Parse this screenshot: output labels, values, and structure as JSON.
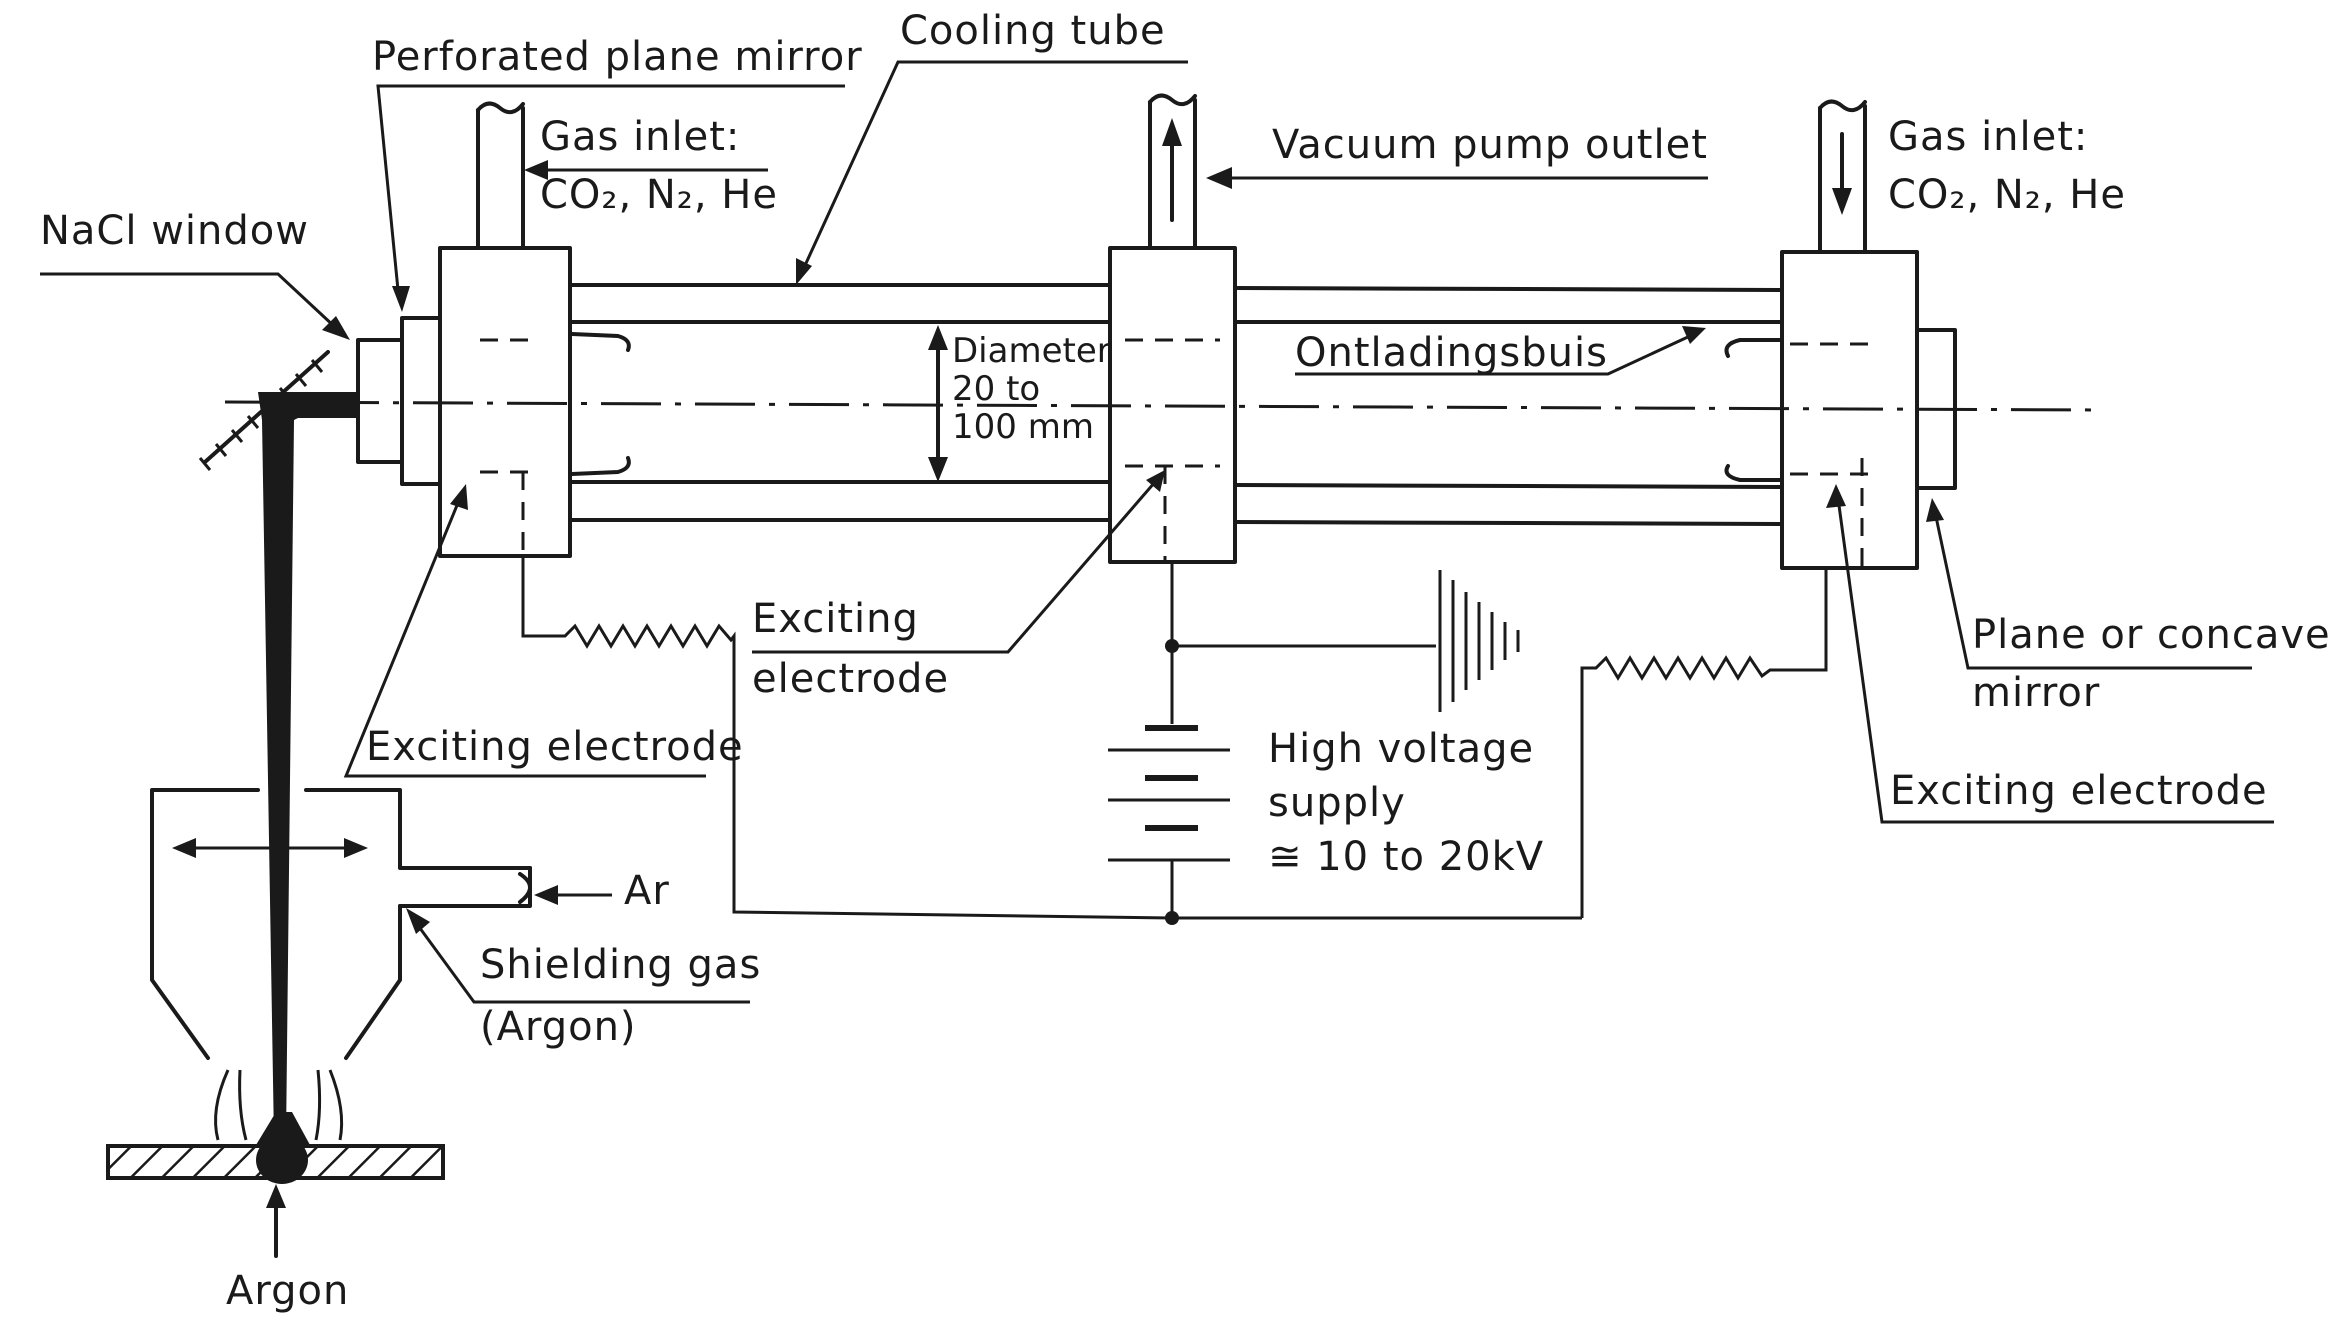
{
  "labels": {
    "perforated_plane_mirror": "Perforated plane mirror",
    "cooling_tube": "Cooling tube",
    "gas_inlet_left_1": "Gas inlet:",
    "gas_inlet_left_2": "CO₂, N₂, He",
    "vacuum_pump_outlet": "Vacuum pump outlet",
    "gas_inlet_right_1": "Gas inlet:",
    "gas_inlet_right_2": "CO₂, N₂, He",
    "nacl_window": "NaCl window",
    "diameter_1": "Diameter",
    "diameter_2": "20 to",
    "diameter_3": "100 mm",
    "ontladingsbuis": "Ontladingsbuis",
    "exciting_electrode_center_1": "Exciting",
    "exciting_electrode_center_2": "electrode",
    "plane_or_concave_mirror_1": "Plane or concave",
    "plane_or_concave_mirror_2": "mirror",
    "exciting_electrode_left": "Exciting electrode",
    "high_voltage_1": "High voltage",
    "high_voltage_2": "supply",
    "high_voltage_3": "≅ 10 to 20kV",
    "exciting_electrode_right": "Exciting electrode",
    "ar": "Ar",
    "shielding_gas_1": "Shielding gas",
    "shielding_gas_2": "(Argon)",
    "argon": "Argon"
  }
}
